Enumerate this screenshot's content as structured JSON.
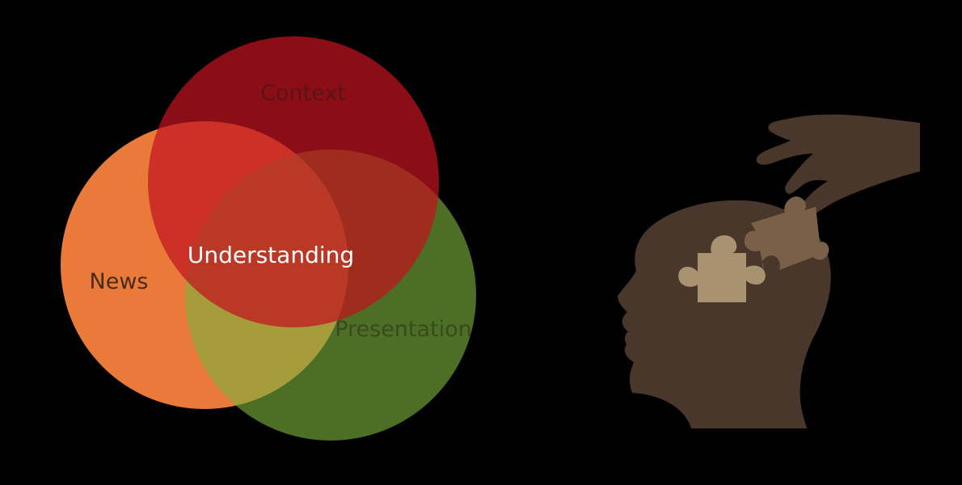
{
  "venn": {
    "labels": {
      "context": "Context",
      "news": "News",
      "presentation": "Presentation",
      "center": "Understanding"
    },
    "colors": {
      "context": "#c0141e",
      "news": "#e97a3a",
      "presentation": "#7cb13b",
      "context_label": "#5a1418",
      "news_label": "#4a2a1a",
      "presentation_label": "#3a4a20",
      "center_label": "#ffffff"
    }
  },
  "illustration": {
    "colors": {
      "head": "#4a372b",
      "hand": "#4a372b",
      "puzzle_piece_in_head": "#a89270",
      "puzzle_piece_in_hand": "#7a6048"
    }
  }
}
